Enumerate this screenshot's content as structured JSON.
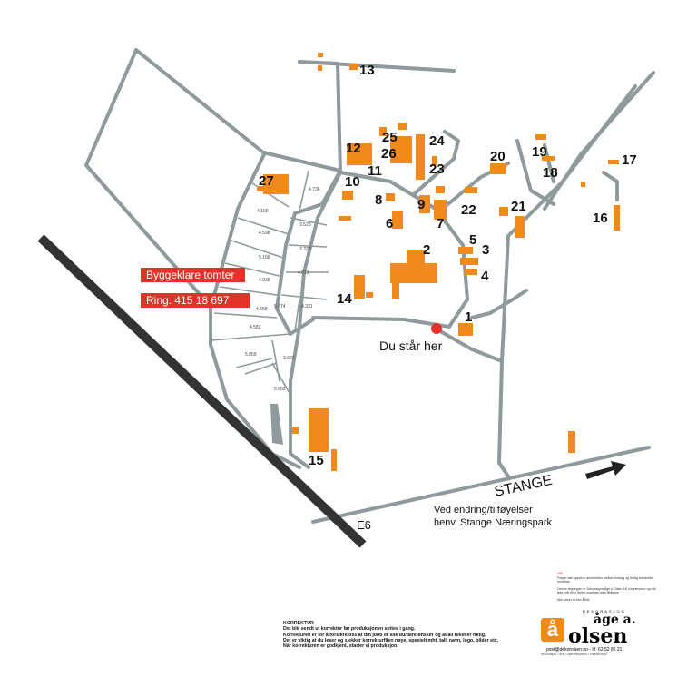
{
  "map": {
    "labels": {
      "buildings": [
        "1",
        "2",
        "3",
        "4",
        "5",
        "6",
        "7",
        "8",
        "9",
        "10",
        "11",
        "12",
        "13",
        "14",
        "15",
        "16",
        "17",
        "18",
        "19",
        "20",
        "21",
        "22",
        "23",
        "24",
        "25",
        "26",
        "27"
      ],
      "plots": [
        "4.736",
        "4.100",
        "3.528",
        "4.598",
        "3.327",
        "5.168",
        "4.012",
        "4.938",
        "4.658",
        "5.874",
        "4.331",
        "4.582",
        "5.859",
        "3.687",
        "5.902"
      ],
      "you_are_here": "Du står her",
      "road_stange": "STANGE",
      "road_e6": "E6",
      "note_line1": "Ved endring/tilføyelser",
      "note_line2": "henv. Stange Næringspark"
    },
    "ad": {
      "line1": "Byggeklare tomter",
      "line2": "Ring. 415 18 697"
    },
    "colors": {
      "building": "#f08a1e",
      "road": "#8f9a9d",
      "highway": "#333333",
      "ad": "#e4322a",
      "marker": "#e4322a"
    }
  },
  "korrektur": {
    "title": "KORREKTUR",
    "lines": [
      "Det blir sendt ut korrektur før produksjonen settes i gang.",
      "Korrekturen er for å forsikre oss at din jobb er slik du/dere ønsker og at all tekst er riktig.",
      "Det er viktig at du leser og sjekker korrekturfilen nøye, spesielt mht. tall, navn, logo, bilder etc.",
      "Når korrekturen er godkjent, starter vi produksjon."
    ]
  },
  "notice": {
    "nb": "NB!",
    "lines": [
      "Farger kan oppleve annerledes mellom forslag og ferdig behandlet overflate.",
      "Denne tegningen er Dekorasjon Åge A Olsen AS sin eiendom og må ikke helt eller delvis kopieres uten tillatelse.",
      "Alle priser er eks MVA."
    ]
  },
  "logo": {
    "small": "DEKORASJON",
    "name1": "åge a.",
    "name2": "olsen",
    "contact": "post@dekorolsen.no - tlf. 62 52 86 21",
    "tagline": "dekorasjon • skilt • kjøretøydekor • messeutstyr"
  }
}
